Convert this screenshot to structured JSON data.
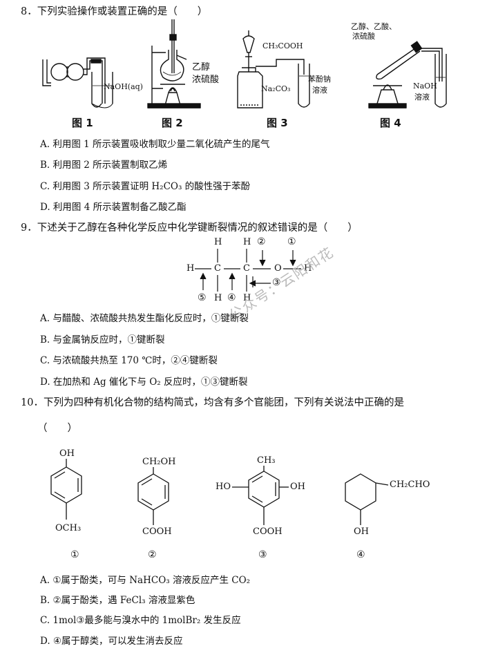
{
  "q8": {
    "stem": "8．下列实验操作或装置正确的是（　　）",
    "fig_labels": {
      "naoh": "NaOH(aq)",
      "ethanol": "乙醇",
      "conc_h2so4": "浓硫酸",
      "ch3cooh": "CH₃COOH",
      "na2co3": "Na₂CO₃",
      "phenoxide1": "苯酚钠",
      "phenoxide2": "溶液",
      "fig4_top": "乙醇、乙酸、",
      "fig4_top2": "浓硫酸",
      "naoh2": "NaOH",
      "naoh2b": "溶液"
    },
    "captions": [
      "图 1",
      "图 2",
      "图 3",
      "图 4"
    ],
    "options": [
      "A.  利用图 1 所示装置吸收制取少量二氧化硫产生的尾气",
      "B.  利用图 2 所示装置制取乙烯",
      "C.  利用图 3 所示装置证明 H₂CO₃ 的酸性强于苯酚",
      "D.  利用图 4 所示装置制备乙酸乙酯"
    ]
  },
  "q9": {
    "stem": "9．下述关于乙醇在各种化学反应中化学键断裂情况的叙述错误的是（　　）",
    "options": [
      "A.  与醋酸、浓硫酸共热发生酯化反应时，①键断裂",
      "B.  与金属钠反应时，①键断裂",
      "C.  与浓硫酸共热至 170 ℃时，②④键断裂",
      "D.  在加热和 Ag 催化下与 O₂ 反应时，①③键断裂"
    ],
    "struct": {
      "H": "H",
      "C": "C",
      "O": "O",
      "n1": "①",
      "n2": "②",
      "n3": "③",
      "n4": "④",
      "n5": "⑤"
    }
  },
  "watermark": "公众号：云阳和花",
  "q10": {
    "stem": "10．下列为四种有机化合物的结构简式，均含有多个官能团，下列有关说法中正确的是",
    "paren": "（　　）",
    "structs": {
      "oh": "OH",
      "och3": "OCH₃",
      "ch2oh": "CH₂OH",
      "cooh": "COOH",
      "ch3": "CH₃",
      "ho": "HO",
      "ch2cho": "CH₂CHO"
    },
    "numbers": [
      "①",
      "②",
      "③",
      "④"
    ],
    "options": [
      "A.  ①属于酚类，可与 NaHCO₃ 溶液反应产生 CO₂",
      "B.  ②属于酚类，遇 FeCl₃ 溶液显紫色",
      "C.  1mol③最多能与溴水中的 1molBr₂ 发生反应",
      "D.  ④属于醇类，可以发生消去反应"
    ]
  }
}
